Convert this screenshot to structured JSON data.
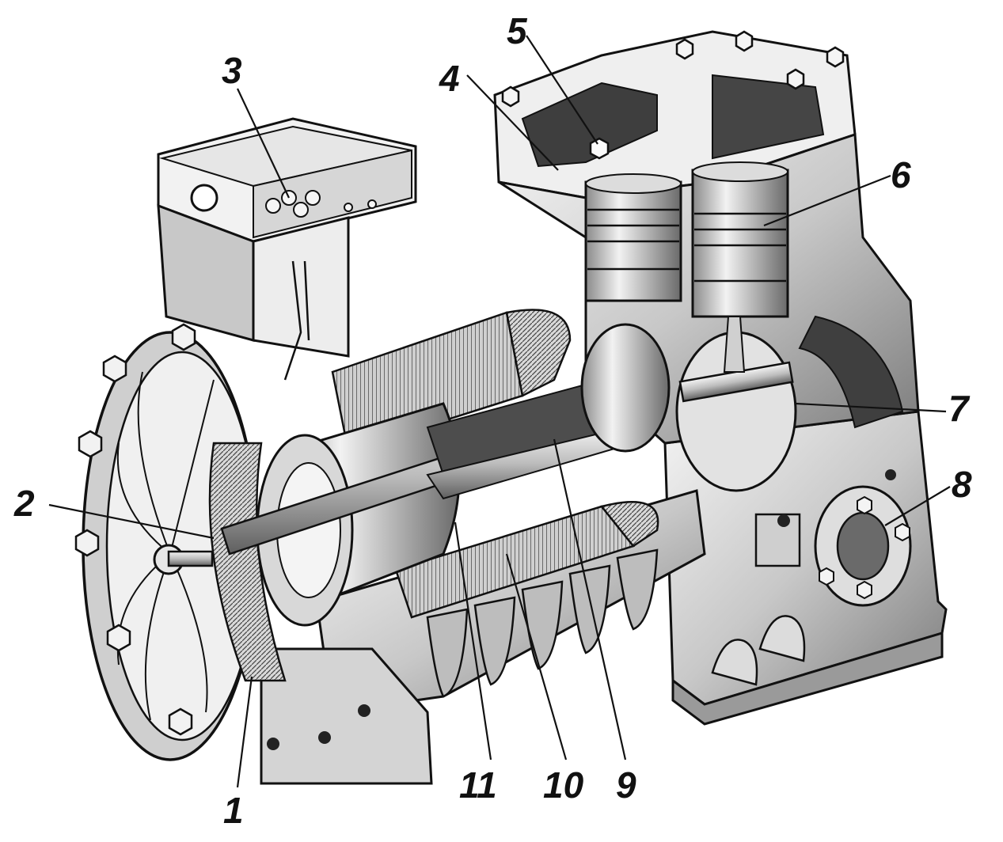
{
  "diagram": {
    "colors": {
      "ink": "#111111",
      "metal_light": "#e6e6e6",
      "metal_mid": "#b9b9b9",
      "metal_dark": "#6e6e6e",
      "cut_surface": "#4a4a4a",
      "background": "#ffffff"
    },
    "callouts": [
      {
        "id": "c1",
        "number": "1"
      },
      {
        "id": "c2",
        "number": "2"
      },
      {
        "id": "c3",
        "number": "3"
      },
      {
        "id": "c4",
        "number": "4"
      },
      {
        "id": "c5",
        "number": "5"
      },
      {
        "id": "c6",
        "number": "6"
      },
      {
        "id": "c7",
        "number": "7"
      },
      {
        "id": "c8",
        "number": "8"
      },
      {
        "id": "c9",
        "number": "9"
      },
      {
        "id": "c10",
        "number": "10"
      },
      {
        "id": "c11",
        "number": "11"
      }
    ]
  }
}
